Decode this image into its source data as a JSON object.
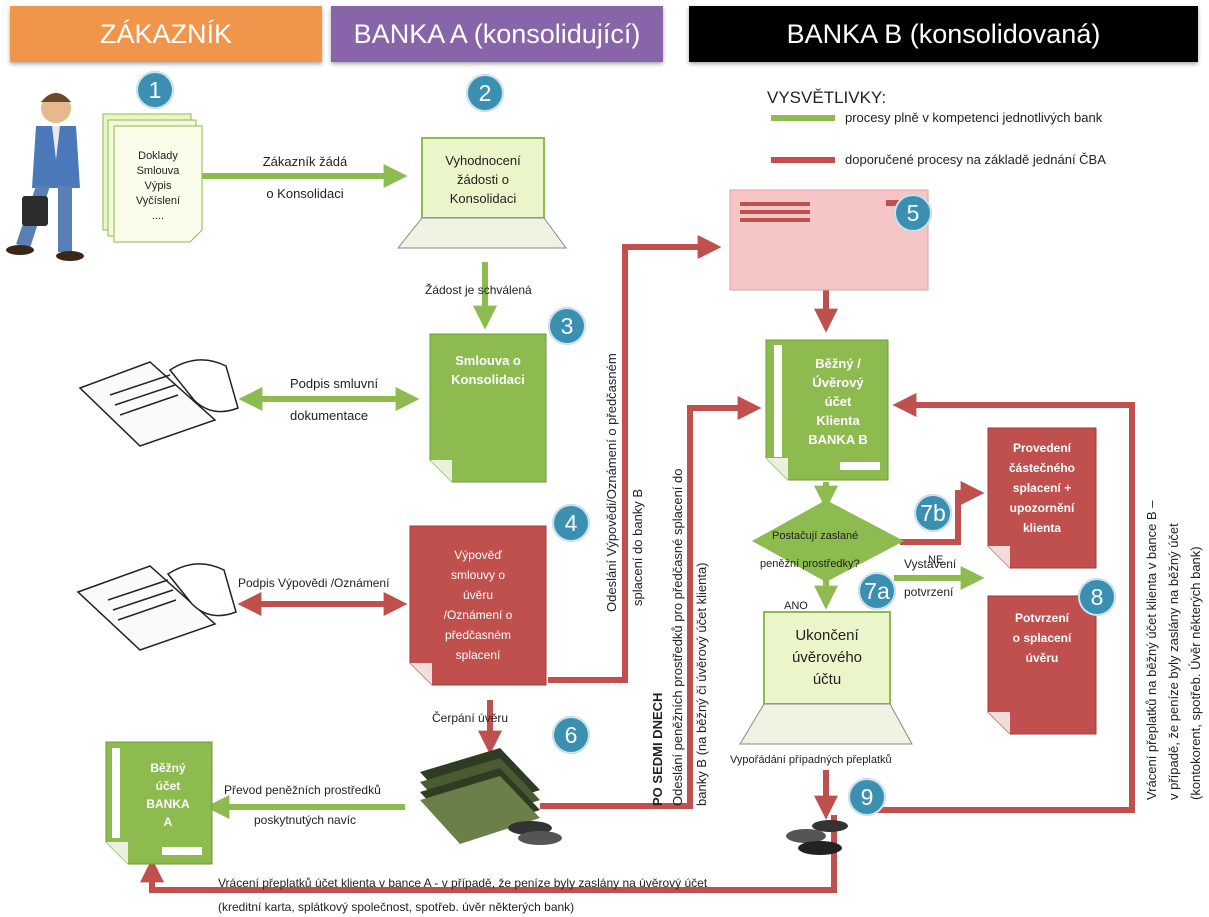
{
  "headers": {
    "customer": "ZÁKAZNÍK",
    "bank_a": "BANKA A (konsolidující)",
    "bank_b": "BANKA B (konsolidovaná)"
  },
  "legend": {
    "title": "VYSVĚTLIVKY:",
    "green_label": "procesy plně v kompetenci jednotlivých bank",
    "red_label": "doporučené procesy na základě jednání ČBA",
    "green_color": "#8dbb4f",
    "red_color": "#c0504d"
  },
  "steps": [
    "1",
    "2",
    "3",
    "4",
    "5",
    "6",
    "7a",
    "7b",
    "8",
    "9"
  ],
  "documents": {
    "customer_docs": [
      "Doklady",
      "Smlouva",
      "Výpis",
      "Vyčíslení",
      "...."
    ],
    "evaluation": [
      "Vyhodnocení",
      "žádosti o",
      "Konsolidaci"
    ],
    "contract": [
      "Smlouva o",
      "Konsolidaci"
    ],
    "termination": [
      "Výpověď",
      "smlouvy o",
      "úvěru",
      "/Oznámení o",
      "předčasném",
      "splacení"
    ],
    "current_account_b": [
      "Běžný /",
      "Úvěrový",
      "účet",
      "Klienta",
      "BANKA B"
    ],
    "partial_payment": [
      "Provedení",
      "částečného",
      "splacení +",
      "upozornění",
      "klienta"
    ],
    "confirmation": [
      "Potvrzení",
      "o splacení",
      "úvěru"
    ],
    "loan_closure": [
      "Ukončení",
      "úvěrového",
      "účtu"
    ],
    "current_account_a": [
      "Běžný",
      "účet",
      "BANKA",
      "A"
    ]
  },
  "labels": {
    "customer_requests_1": "Zákazník žádá",
    "customer_requests_2": "o Konsolidaci",
    "approved": "Žádost je schválená",
    "sign_contract_1": "Podpis  smluvní",
    "sign_contract_2": "dokumentace",
    "sign_termination": "Podpis Výpovědi /Oznámení",
    "drawdown": "Čerpání  úvěru",
    "transfer_1": "Převod peněžních prostředků",
    "transfer_2": "poskytnutých navíc",
    "decision_1": "Postačují zaslané",
    "decision_2": "peněžní prostředky?",
    "no": "NE",
    "yes": "ANO",
    "issue_1": "Vystavení",
    "issue_2": "potvrzení",
    "settlement": "Vypořádání případných přeplatků",
    "refund_a_1": "Vrácení přeplatků účet klienta v bance A - v případě, že peníze byly zaslány na úvěrový účet",
    "refund_a_2": "(kreditní karta, splátkový společnost, spotřeb. úvěr některých bank)",
    "send_notice_1": "Odeslání Výpovědi/Oznámení o předčasném",
    "send_notice_2": "splacení do banky B",
    "seven_days": "PO SEDMI DNECH",
    "send_funds_1": "Odeslání peněžních prostředků pro předčasné splacení do",
    "send_funds_2": "banky B (na běžný či úvěrový účet klienta)",
    "refund_b_1": "Vrácení přeplatků na běžný účet klienta v bance B –",
    "refund_b_2": "v případě, že peníze byly zaslány na běžný účet",
    "refund_b_3": "(kontokorent, spotřeb. Úvěr některých bank)"
  }
}
